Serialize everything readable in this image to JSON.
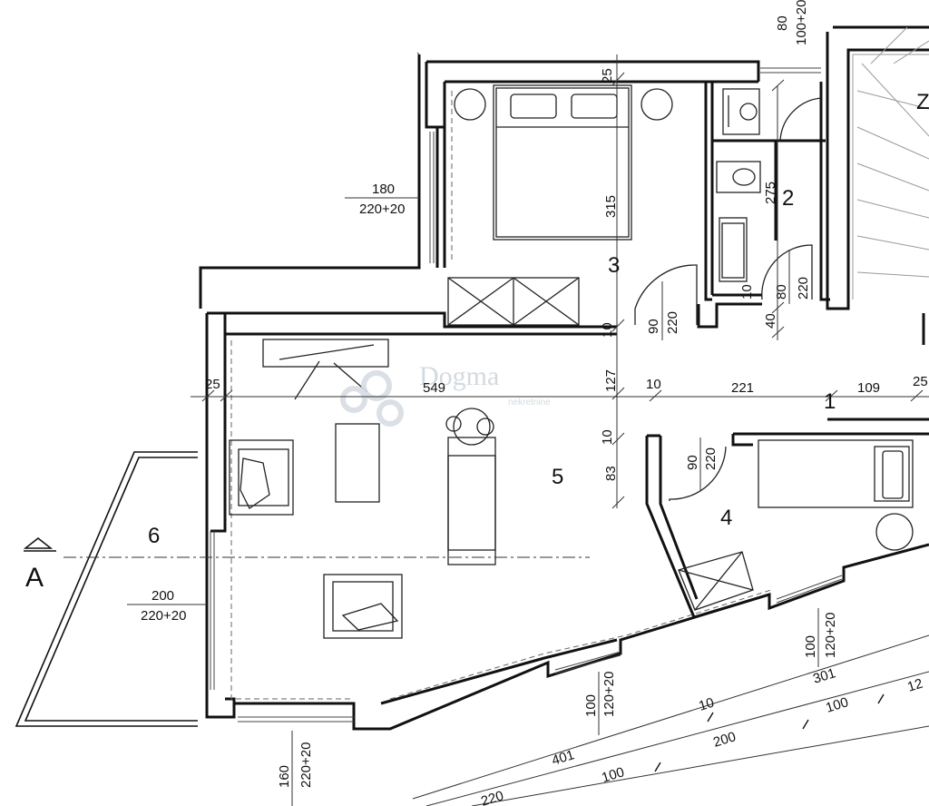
{
  "watermark": {
    "brand": "Dogma",
    "sub": "nekretnine"
  },
  "rooms": {
    "r1": "1",
    "r2": "2",
    "r3": "3",
    "r4": "4",
    "r5": "5",
    "r6": "6",
    "z": "Z"
  },
  "section_mark": "A",
  "window_labels": {
    "w_top_a": "80",
    "w_top_b": "100+20",
    "w_left_a": "180",
    "w_left_b": "220+20",
    "w_balc_a": "200",
    "w_balc_b": "220+20",
    "w_bot_a": "160",
    "w_bot_b": "220+20",
    "w_mid_a": "100",
    "w_mid_b": "120+20",
    "w_right_a": "100",
    "w_right_b": "120+20"
  },
  "door_labels": {
    "d3_a": "90",
    "d3_b": "220",
    "d4_a": "90",
    "d4_b": "220",
    "d2_a": "80",
    "d2_b": "220"
  },
  "dimensions": {
    "v25": "25",
    "v315": "315",
    "v275": "275",
    "v40": "40",
    "v10a": "10",
    "v127": "127",
    "v10b": "10",
    "v83": "83",
    "v10c": "10",
    "h25": "25",
    "h549": "549",
    "h10": "10",
    "h221": "221",
    "h109": "109",
    "h25r": "25",
    "d401": "401",
    "d10": "10",
    "d100a": "100",
    "d12": "12",
    "d200": "200",
    "d100b": "100",
    "d301": "301",
    "d220": "220"
  }
}
